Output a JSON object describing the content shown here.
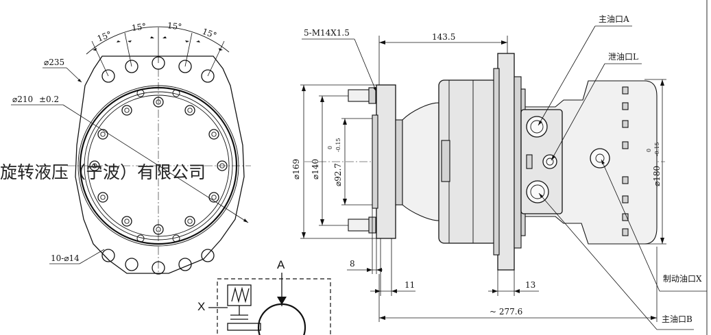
{
  "front_view": {
    "angle_labels": [
      "15°",
      "15°",
      "15°",
      "15°"
    ],
    "dia_235": "⌀235",
    "dia_210": "⌀210",
    "dia_210_tol": "±0.2",
    "holes": "10-⌀14"
  },
  "company": "旋转液压（宁波）有限公司",
  "side_view": {
    "thread": "5-M14X1.5",
    "length_143": "143.5",
    "dia_169": "⌀169",
    "dia_140": "⌀140",
    "dia_92": "⌀92.7",
    "tol_92_upper": "0",
    "tol_92_lower": "-0.15",
    "dim_8": "8",
    "dim_11": "11",
    "dim_13": "13",
    "length_total": "~ 277.6",
    "dia_180": "⌀180",
    "tol_180_upper": "0",
    "tol_180_lower": "-0.15"
  },
  "ports": {
    "main_a": "主油口A",
    "drain_l": "泄油口L",
    "brake_x": "制动油口X",
    "main_b": "主油口B"
  },
  "schematic": {
    "label_a": "A",
    "label_x": "X"
  }
}
